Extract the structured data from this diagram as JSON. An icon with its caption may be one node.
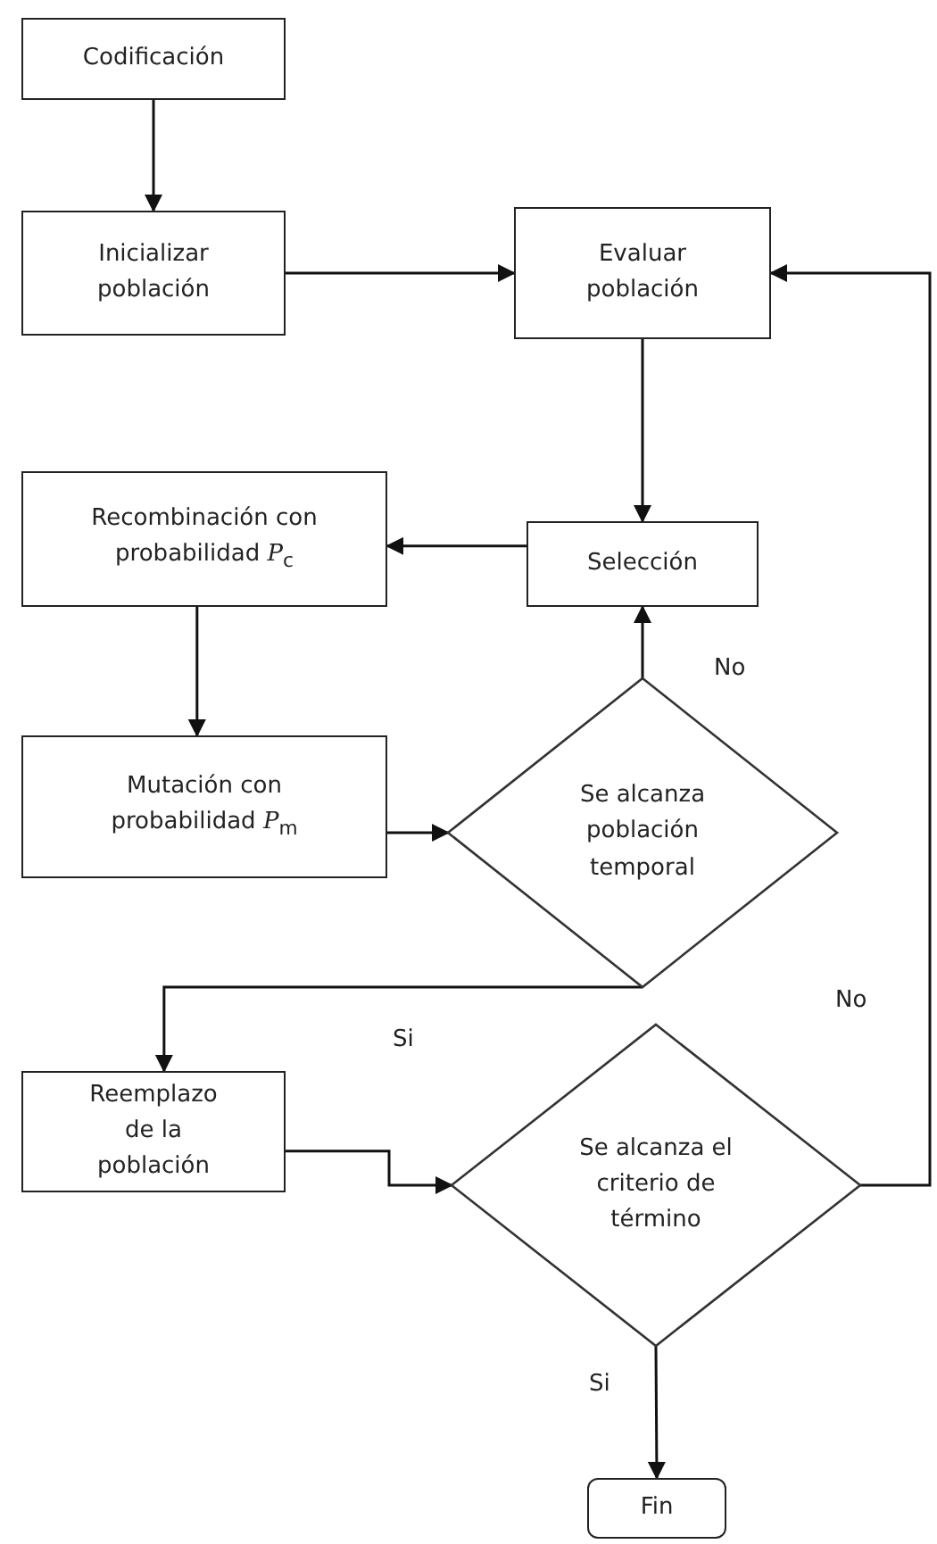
{
  "diagram": {
    "nodes": [
      {
        "text": [
          "Codificación"
        ]
      },
      {
        "text": [
          "Inicializar población"
        ]
      },
      {
        "text": [
          "Evaluar población"
        ]
      },
      {
        "text": [
          "Selección"
        ]
      },
      {
        "text": [
          "Recombinación con probabilidad *P*$_{c}$"
        ]
      },
      {
        "text": [
          "Mutación con probabilidad *P*$_{m}$"
        ]
      },
      {
        "text": [
          "Se alcanza población temporal"
        ]
      },
      {
        "text": [
          "Reemplazo de la población"
        ]
      },
      {
        "text": [
          "Se alcanza el criterio de término"
        ]
      },
      {
        "text": [
          "Fin"
        ]
      }
    ],
    "edges": [
      {
        "from": 0,
        "to": 1,
        "arrow": "to"
      },
      {
        "from": 1,
        "to": 2,
        "arrow": "to"
      },
      {
        "from": 2,
        "to": 3,
        "arrow": "to"
      },
      {
        "from": 3,
        "to": 4,
        "arrow": "to"
      },
      {
        "from": 4,
        "to": 5,
        "arrow": "to"
      },
      {
        "from": 5,
        "to": 6,
        "arrow": "to"
      },
      {
        "from": 6,
        "to": 3,
        "arrow": "to",
        "label": "No"
      },
      {
        "from": 6,
        "to": 7,
        "arrow": "to",
        "label": "Si"
      },
      {
        "from": 7,
        "to": 8,
        "arrow": "to"
      },
      {
        "from": 8,
        "to": 9,
        "arrow": "to",
        "label": "Si"
      },
      {
        "from": 8,
        "to": 2,
        "arrow": "to",
        "label": "No"
      }
    ]
  }
}
